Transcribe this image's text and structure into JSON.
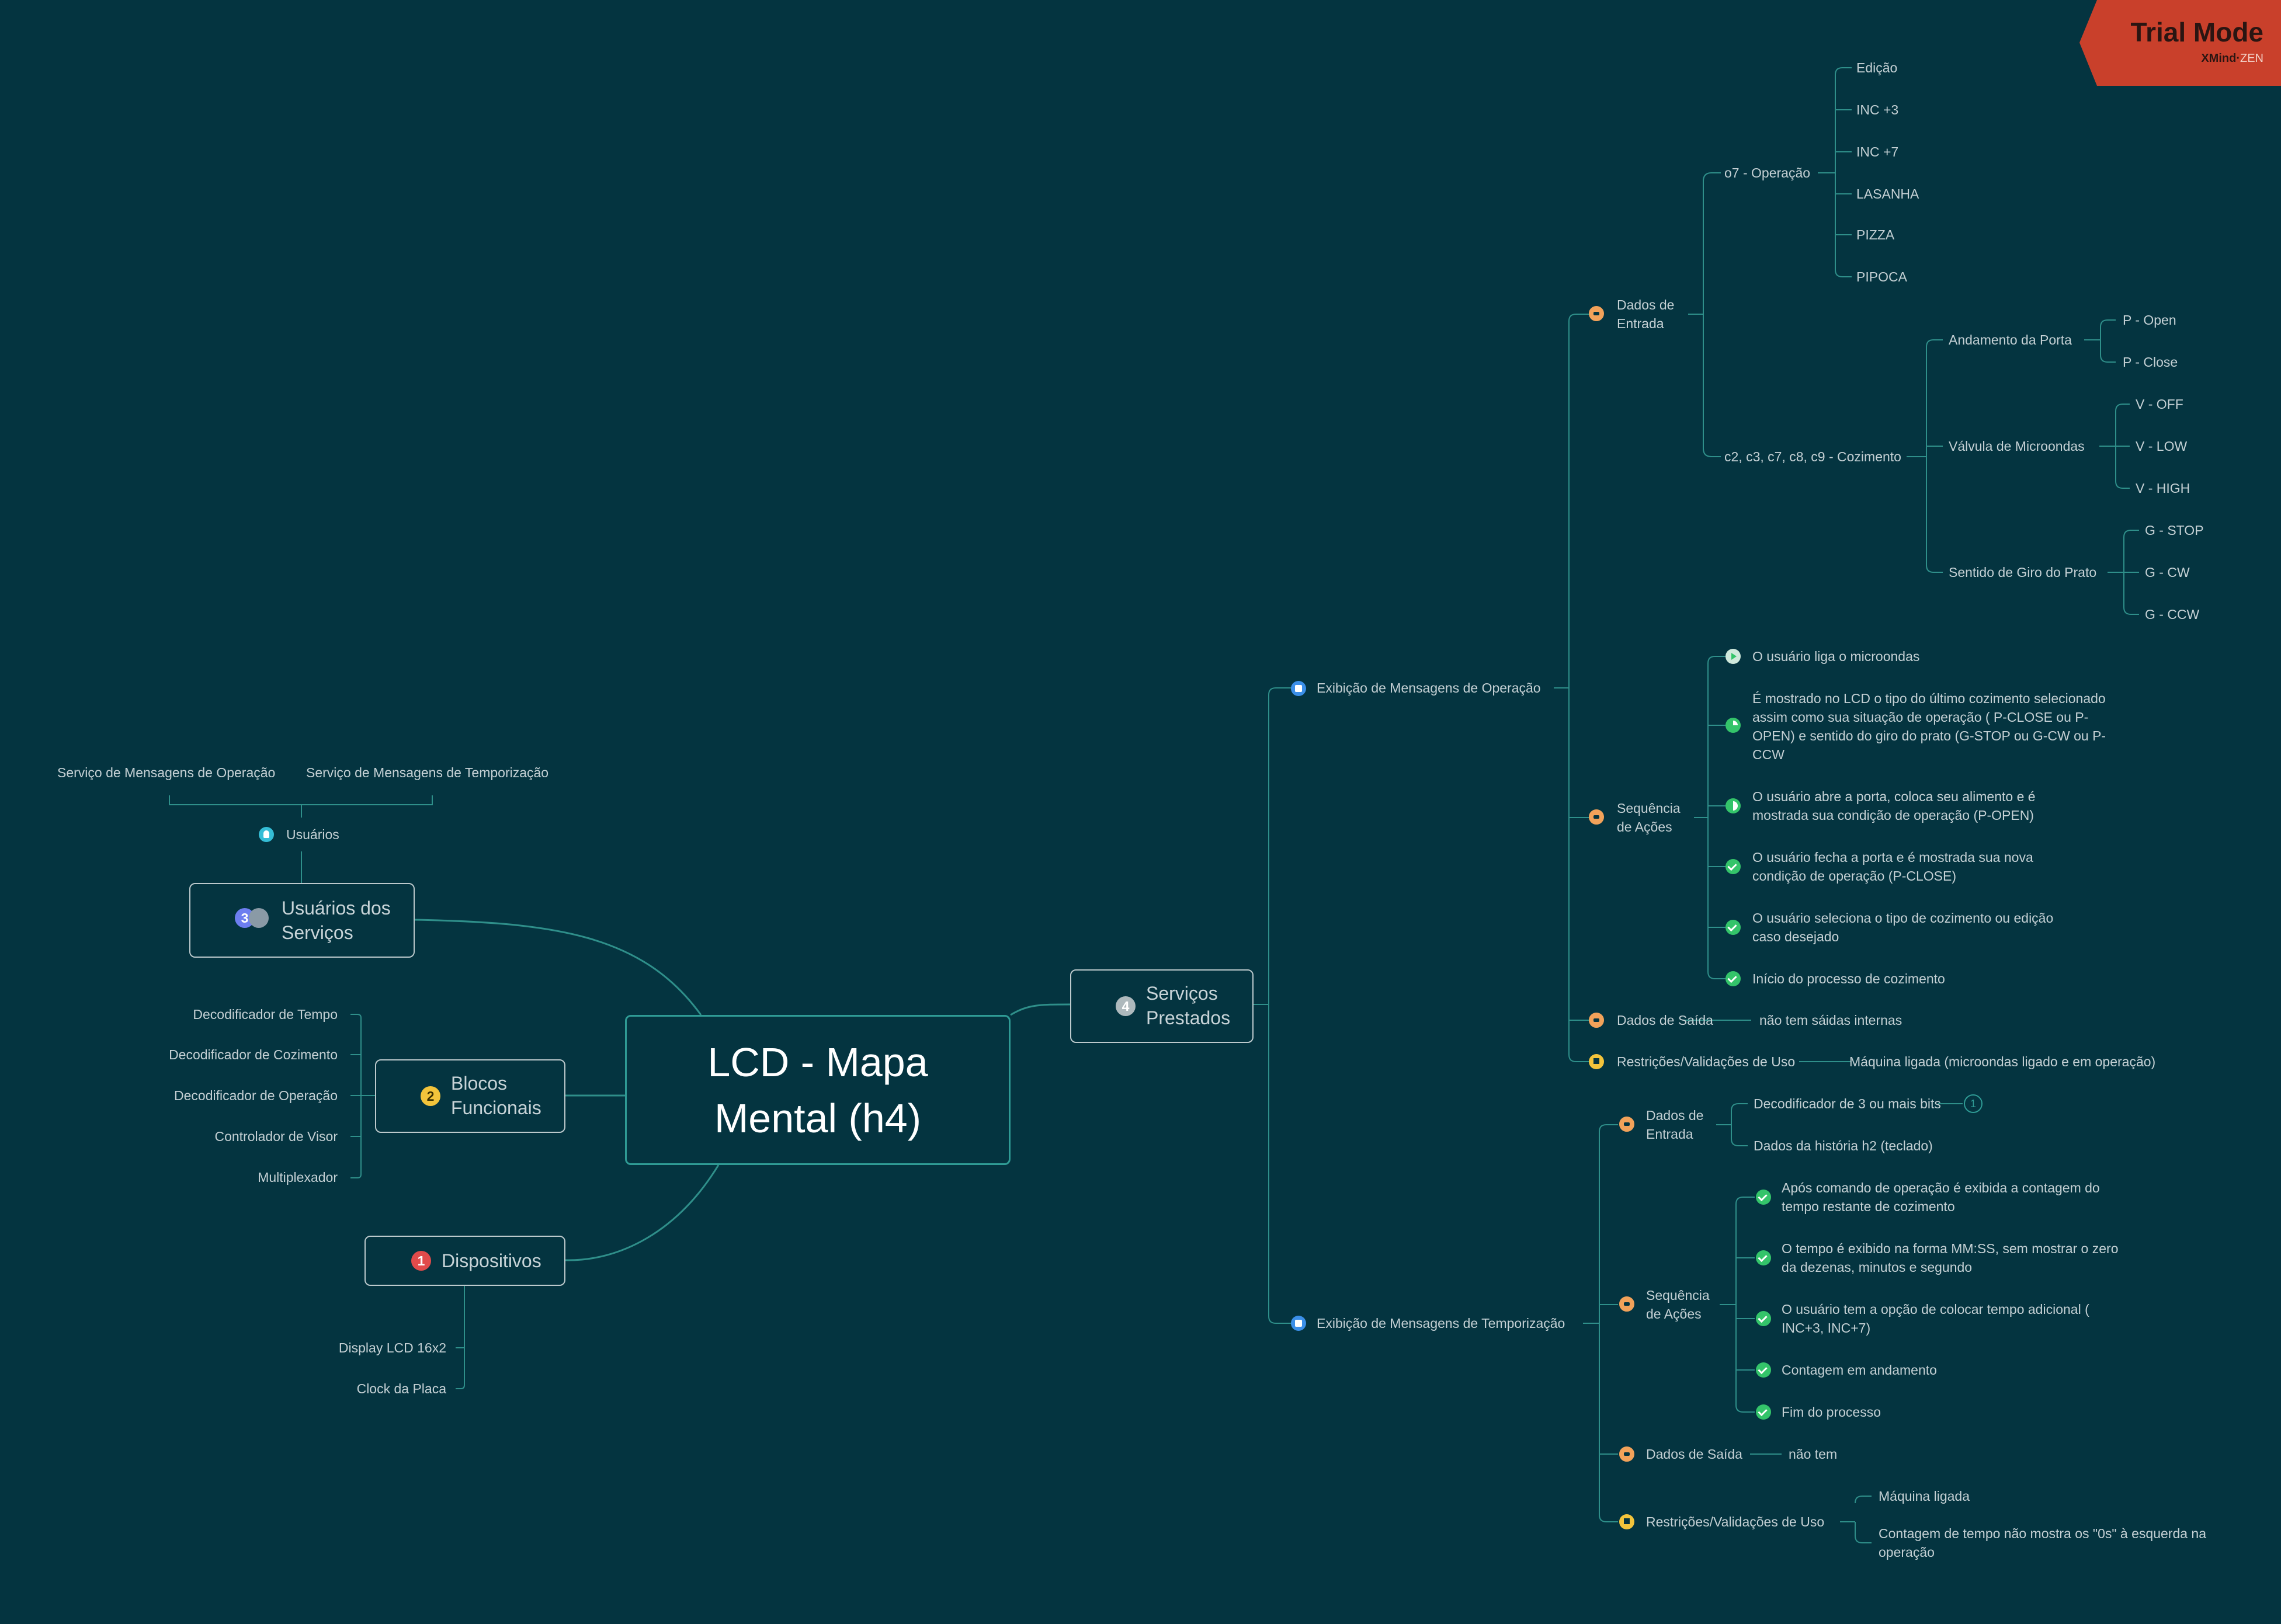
{
  "central": {
    "title": "LCD - Mapa Mental (h4)"
  },
  "trial": {
    "title": "Trial Mode",
    "brand": "XMind",
    "edition": "ZEN"
  },
  "usuarios": {
    "label": "Usuários dos Serviços",
    "number": "3",
    "sub": "Usuários",
    "items": [
      "Serviço de Mensagens de Operação",
      "Serviço de Mensagens de Temporização"
    ]
  },
  "blocos": {
    "label": "Blocos Funcionais",
    "number": "2",
    "items": [
      "Decodificador de Tempo",
      "Decodificador de Cozimento",
      "Decodificador de Operação",
      "Controlador de Visor",
      "Multiplexador"
    ]
  },
  "dispositivos": {
    "label": "Dispositivos",
    "number": "1",
    "items": [
      "Display LCD 16x2",
      "Clock da Placa"
    ]
  },
  "servicos": {
    "label": "Serviços Prestados",
    "number": "4",
    "operacao": {
      "label": "Exibição de Mensagens de Operação",
      "entrada": {
        "label": "Dados de Entrada",
        "o7": {
          "label": "o7 - Operação",
          "items": [
            "Edição",
            "INC +3",
            "INC +7",
            "LASANHA",
            "PIZZA",
            "PIPOCA"
          ]
        },
        "cozimento": {
          "label": "c2, c3, c7, c8, c9 - Cozimento",
          "porta": {
            "label": "Andamento da Porta",
            "items": [
              "P - Open",
              "P - Close"
            ]
          },
          "valvula": {
            "label": "Válvula de Microondas",
            "items": [
              "V - OFF",
              "V - LOW",
              "V - HIGH"
            ]
          },
          "giro": {
            "label": "Sentido de Giro do Prato",
            "items": [
              "G - STOP",
              "G - CW",
              "G - CCW"
            ]
          }
        }
      },
      "sequencia": {
        "label": "Sequência de Ações",
        "items": [
          "O usuário liga o microondas",
          "É mostrado no LCD o tipo do último cozimento selecionado assim como sua situação de operação ( P-CLOSE ou P-OPEN) e sentido do giro do prato (G-STOP ou G-CW ou P-CCW",
          "O usuário abre a porta, coloca seu alimento e é mostrada sua condição de operação (P-OPEN)",
          "O usuário fecha a porta e é mostrada sua nova condição de operação (P-CLOSE)",
          "O usuário seleciona o tipo de cozimento ou edição caso desejado",
          "Início do processo de cozimento"
        ]
      },
      "saida": {
        "label": "Dados de Saída",
        "value": "não tem sáidas internas"
      },
      "restricoes": {
        "label": "Restrições/Validações de Uso",
        "value": "Máquina ligada (microondas ligado e em operação)"
      }
    },
    "temporizacao": {
      "label": "Exibição de Mensagens de Temporização",
      "entrada": {
        "label": "Dados de Entrada",
        "items": [
          "Decodificador de 3 ou mais bits",
          "Dados da história h2 (teclado)"
        ],
        "badge": "1"
      },
      "sequencia": {
        "label": "Sequência de Ações",
        "items": [
          "Após comando de operação é exibida a contagem do tempo restante de cozimento",
          "O tempo é exibido na forma MM:SS, sem mostrar o zero da dezenas, minutos e segundo",
          "O usuário tem a opção de colocar tempo adicional ( INC+3, INC+7)",
          "Contagem em andamento",
          "Fim do processo"
        ]
      },
      "saida": {
        "label": "Dados de Saída",
        "value": "não tem"
      },
      "restricoes": {
        "label": "Restrições/Validações de Uso",
        "items": [
          "Máquina ligada",
          "Contagem de tempo não mostra os \"0s\" à esquerda na operação"
        ]
      }
    }
  },
  "colors": {
    "background": "#043440",
    "line": "#2f9b95",
    "trial": "#c9402b"
  }
}
